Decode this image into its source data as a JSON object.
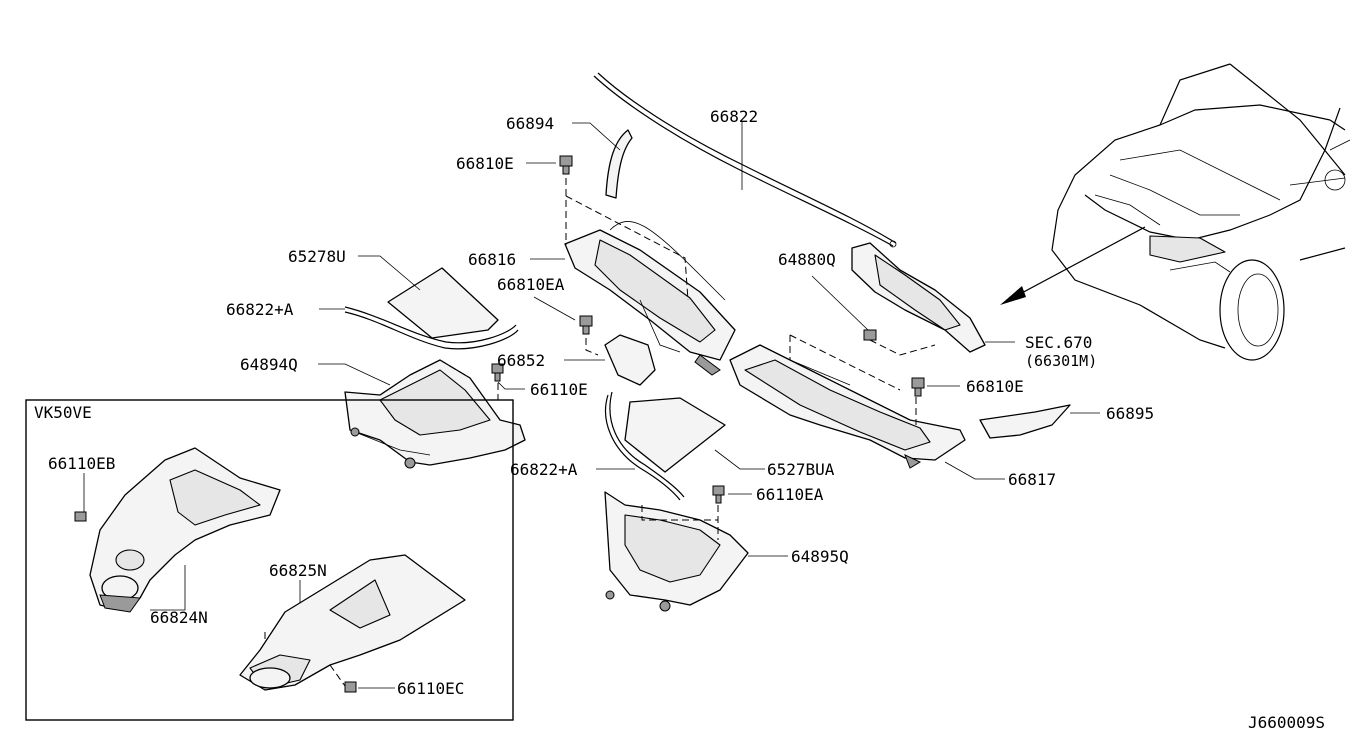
{
  "diagram_id": "J660009S",
  "variant_box_label": "VK50VE",
  "section_ref": {
    "line1": "SEC.670",
    "line2": "(66301M)"
  },
  "part_labels": {
    "p66894": "66894",
    "p66822": "66822",
    "p66810E_top": "66810E",
    "p65278U": "65278U",
    "p66816": "66816",
    "p66810EA": "66810EA",
    "p66822A_top": "66822+A",
    "p64894Q": "64894Q",
    "p66852": "66852",
    "p66110E": "66110E",
    "p64880Q": "64880Q",
    "p66810E_right": "66810E",
    "p66895": "66895",
    "p66817": "66817",
    "p66822A_mid": "66822+A",
    "p6527BUA": "6527BUA",
    "p66110EA": "66110EA",
    "p64895Q": "64895Q",
    "p66110EB": "66110EB",
    "p66824N": "66824N",
    "p66825N": "66825N",
    "p66110EC": "66110EC"
  }
}
